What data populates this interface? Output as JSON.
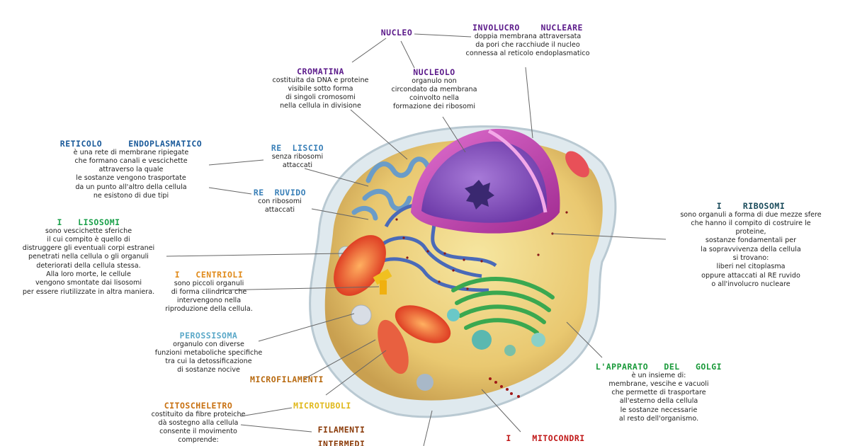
{
  "colors": {
    "purple": "#5b1a8a",
    "blue": "#1a5a9a",
    "teal": "#184a5a",
    "green": "#1aa04a",
    "orange": "#e08a1a",
    "lightblue": "#5aa8c8",
    "brown": "#b86a10",
    "yellow": "#e0b81a",
    "red": "#c01818"
  },
  "labels": {
    "nucleo": {
      "title": "NUCLEO",
      "desc": ""
    },
    "involucro": {
      "title": "INVOLUCRO    NUCLEARE",
      "desc": "doppia  membrana  attraversata\nda  pori  che  racchiude  il  nucleo\nconnessa  al  reticolo  endoplasmatico"
    },
    "cromatina": {
      "title": "CROMATINA",
      "desc": "costituita  da  DNA  e  proteine\nvisibile  sotto  forma\ndi  singoli  cromosomi\nnella  cellula  in  divisione"
    },
    "nucleolo": {
      "title": "NUCLEOLO",
      "desc": "organulo  non\ncircondato  da  membrana\ncoinvolto  nella\nformazione  dei  ribosomi"
    },
    "reticolo": {
      "title": "RETICOLO     ENDOPLASMATICO",
      "desc": "è  una  rete  di  membrane  ripiegate\nche  formano  canali  e  vescichette\nattraverso  la  quale\nle  sostanze  vengono  trasportate\nda  un  punto  all'altro  della  cellula\nne  esistono  di  due  tipi"
    },
    "re_liscio": {
      "title": "RE  LISCIO",
      "desc": "senza  ribosomi\nattaccati"
    },
    "re_ruvido": {
      "title": "RE  RUVIDO",
      "desc": "con  ribosomi\nattaccati"
    },
    "lisosomi": {
      "title": "I   LISOSOMI",
      "desc": "sono  vescichette  sferiche\nil  cui  compito  è  quello  di\ndistruggere  gli  eventuali  corpi  estranei\npenetrati  nella  cellula  o  gli  organuli\ndeteriorati  della  cellula  stessa.\nAlla  loro  morte,  le  cellule\nvengono  smontate  dai  lisosomi\nper  essere  riutilizzate  in  altra  maniera."
    },
    "ribosomi": {
      "title": "I    RIBOSOMI",
      "desc": "sono  organuli  a  forma  di  due  mezze  sfere\nche  hanno  il  compito  di  costruire  le\nproteine,\nsostanze  fondamentali  per\nla  sopravvivenza  della  cellula\nsi  trovano:\nliberi  nel  citoplasma\noppure  attaccati  al  RE  ruvido\no  all'involucro  nucleare"
    },
    "centrioli": {
      "title": "I   CENTRIOLI",
      "desc": "sono  piccoli  organuli\ndi  forma  cilindrica  che\nintervengono  nella\nriproduzione  della  cellula."
    },
    "perossisoma": {
      "title": "PEROSSISOMA",
      "desc": "organulo  con  diverse\nfunzioni  metaboliche  specifiche\ntra  cui  la  detossificazione\ndi  sostanze  nocive"
    },
    "microfilamenti": {
      "title": "MICROFILAMENTI",
      "desc": ""
    },
    "microtuboli": {
      "title": "MICROTUBOLI",
      "desc": ""
    },
    "citoscheletro": {
      "title": "CITOSCHELETRO",
      "desc": "costituito  da  fibre  proteiche\ndà  sostegno  alla  cellula\nconsente  il  movimento\ncomprende:"
    },
    "filamenti": {
      "title": "FILAMENTI\nINTERMEDI",
      "desc": ""
    },
    "golgi": {
      "title": "L'APPARATO   DEL   GOLGI",
      "desc": "è  un  insieme  di:\nmembrane,  vescihe  e  vacuoli\nche  permette  di  trasportare\nall'esterno  della  cellula\nle  sostanze  necessarie\nal  resto  dell'organismo."
    },
    "mitocondri": {
      "title": "I    MITOCONDRI",
      "desc": ""
    }
  }
}
